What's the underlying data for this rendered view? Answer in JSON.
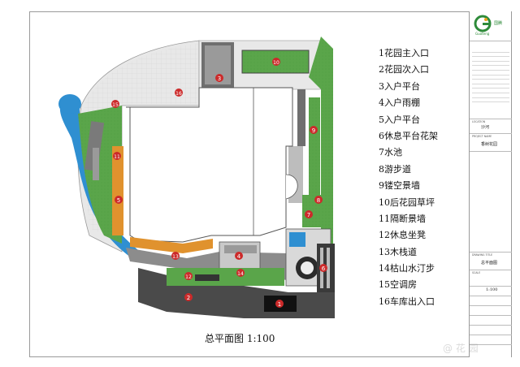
{
  "plan": {
    "title": "总平面图 1:100",
    "markers": [
      "1",
      "2",
      "3",
      "4",
      "5",
      "6",
      "7",
      "8",
      "9",
      "10",
      "11",
      "12",
      "13",
      "14",
      "15",
      "16"
    ]
  },
  "legend": [
    "1花园主入口",
    "2花园次入口",
    "3入户平台",
    "4入户雨棚",
    "5入户平台",
    "6休息平台花架",
    "7水池",
    "8游步道",
    "9镂空景墙",
    "10后花园草坪",
    "11隔断景墙",
    "12休息坐凳",
    "13木栈道",
    "14枯山水汀步",
    "15空调房",
    "16车库出入口"
  ],
  "titleblock": {
    "company_text": "Guoteng",
    "location_label": "LOCATION",
    "location_value": "沙河",
    "project_label": "PROJECT NAME",
    "project_value": "香树花园",
    "drawing_label": "DRAWING TITLE",
    "drawing_value": "总平面图",
    "scale_label": "SCALE",
    "scale_value": "1:100"
  },
  "colors": {
    "grass": "#5aa54a",
    "grass_light": "#8fc77a",
    "building": "#ffffff",
    "paving": "#d9d9d9",
    "water": "#2f8fd1",
    "deck": "#e0922e",
    "marker": "#cc2a2a",
    "dark": "#2b2b2b"
  },
  "watermark": "@ 花 园"
}
